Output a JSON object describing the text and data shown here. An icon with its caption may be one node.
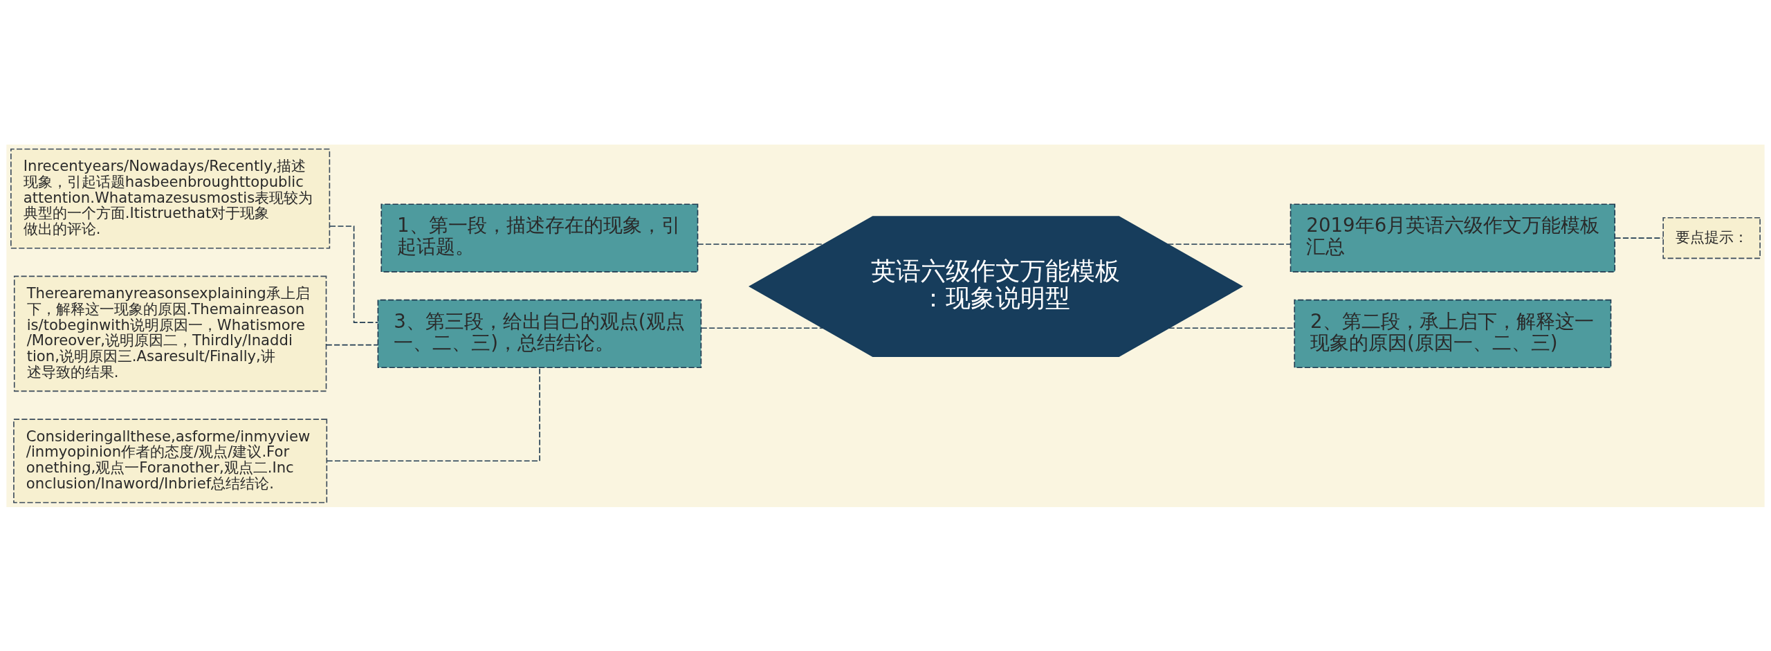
{
  "diagram": {
    "nodes": [
      {
        "text": [
          "英语六级作文万能模板：现象说明型"
        ]
      },
      {
        "text": [
          "1、第一段，描述存在的现象，引起话题。"
        ]
      },
      {
        "text": [
          "3、第三段，给出自己的观点(观点一、二、三)，总结结论。"
        ]
      },
      {
        "text": [
          "Inrecentyears/Nowadays/Recently,描述现象，引起话题hasbeenbroughttopublicattention.Whatamazesusmostis表现较为典型的一个方面.Itistruethat对于现象做出的评论."
        ]
      },
      {
        "text": [
          "Therearemanyreasonsexplaining承上启下，解释这一现象的原因.Themainreasonis/tobeginwith说明原因一，Whatismore/Moreover,说明原因二，Thirdly/Inaddition,说明原因三.Asaresult/Finally,讲述导致的结果."
        ]
      },
      {
        "text": [
          "Consideringallthese,asforme/inmyview/inmyopinion作者的态度/观点/建议.Foronething,观点一Foranother,观点二.Inconclusion/Inaword/Inbrief总结结论."
        ]
      },
      {
        "text": [
          "2019年6月英语六级作文万能模板汇总"
        ]
      },
      {
        "text": [
          "2、第二段，承上启下，解释这一现象的原因(原因一、二、三)"
        ]
      },
      {
        "text": [
          "要点提示："
        ]
      }
    ],
    "edges": [
      {
        "from": 0,
        "to": 1,
        "arrow": "none",
        "style": "dashed"
      },
      {
        "from": 0,
        "to": 2,
        "arrow": "none",
        "style": "dashed"
      },
      {
        "from": 2,
        "to": 3,
        "arrow": "none",
        "style": "dashed"
      },
      {
        "from": 2,
        "to": 4,
        "arrow": "none",
        "style": "dashed"
      },
      {
        "from": 2,
        "to": 5,
        "arrow": "none",
        "style": "dashed"
      },
      {
        "from": 0,
        "to": 6,
        "arrow": "none",
        "style": "dashed"
      },
      {
        "from": 0,
        "to": 7,
        "arrow": "none",
        "style": "dashed"
      },
      {
        "from": 6,
        "to": 8,
        "arrow": "none",
        "style": "dashed"
      }
    ]
  }
}
